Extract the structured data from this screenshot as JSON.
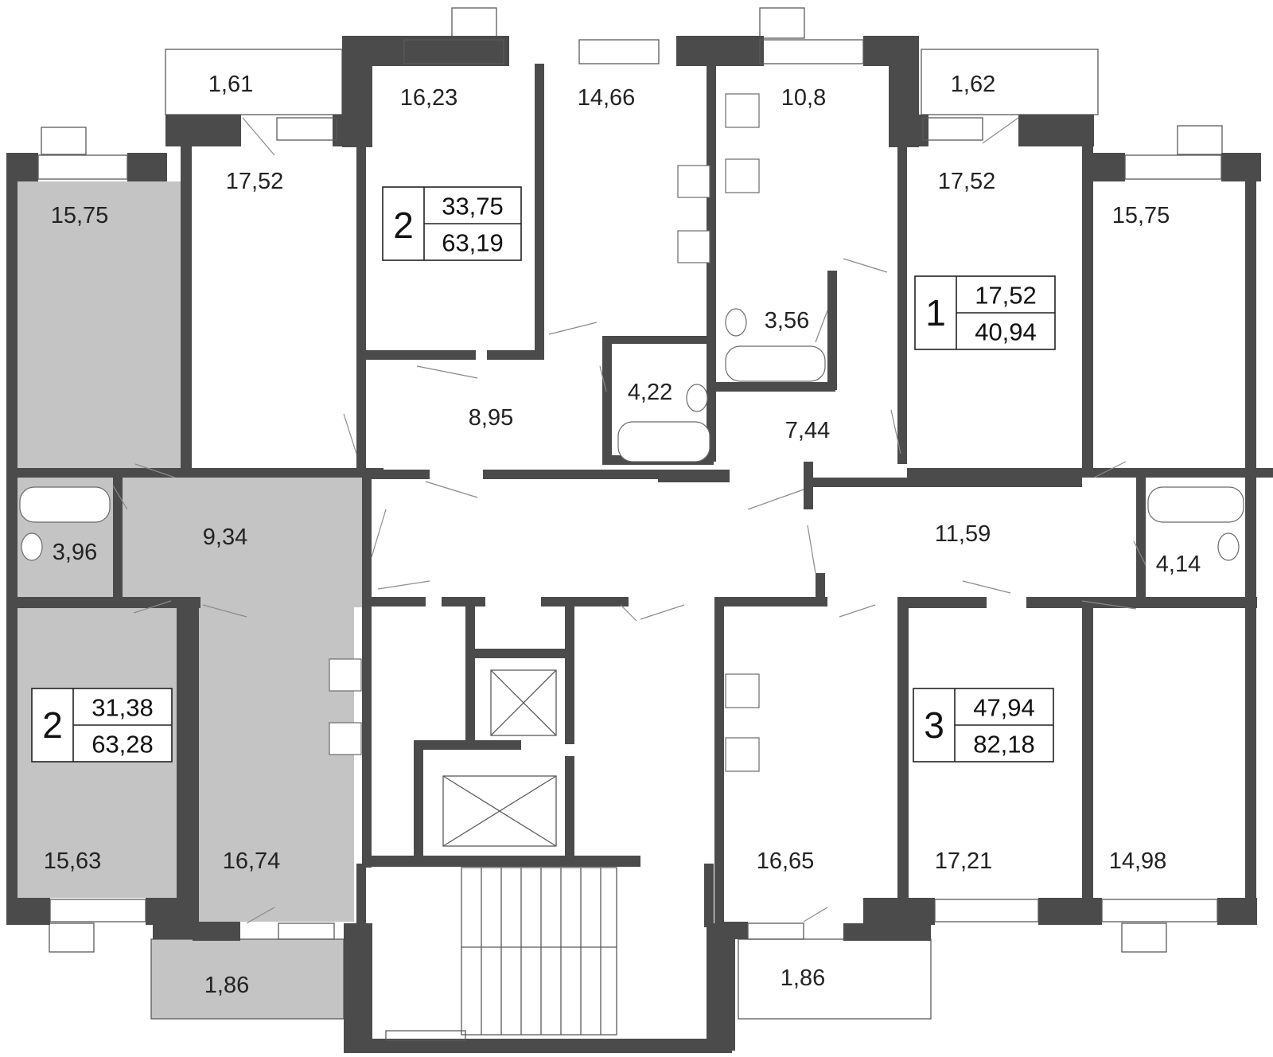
{
  "room_areas": {
    "balcony_top_left": "1,61",
    "room_16_23": "16,23",
    "room_14_66": "14,66",
    "room_10_8": "10,8",
    "balcony_top_right": "1,62",
    "room_17_52_left": "17,52",
    "room_15_75_left": "15,75",
    "room_17_52_right": "17,52",
    "room_15_75_right": "15,75",
    "bath_3_56": "3,56",
    "bath_4_22": "4,22",
    "hall_8_95": "8,95",
    "hall_7_44": "7,44",
    "hall_9_34": "9,34",
    "bath_3_96": "3,96",
    "hall_11_59": "11,59",
    "bath_4_14": "4,14",
    "room_15_63": "15,63",
    "room_16_74": "16,74",
    "room_16_65": "16,65",
    "room_17_21": "17,21",
    "room_14_98": "14,98",
    "balcony_bottom_left": "1,86",
    "balcony_bottom_right": "1,86"
  },
  "apartment_tags": [
    {
      "rooms": "2",
      "living_area": "33,75",
      "total_area": "63,19"
    },
    {
      "rooms": "1",
      "living_area": "17,52",
      "total_area": "40,94"
    },
    {
      "rooms": "2",
      "living_area": "31,38",
      "total_area": "63,28"
    },
    {
      "rooms": "3",
      "living_area": "47,94",
      "total_area": "82,18"
    }
  ],
  "colors": {
    "wall": "#4b4b4b",
    "highlighted_apartment": "#c4c4c4",
    "background": "#ffffff"
  }
}
